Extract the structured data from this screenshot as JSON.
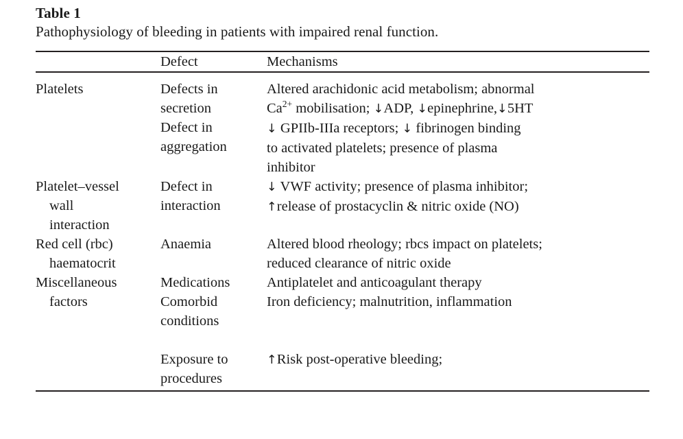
{
  "caption": {
    "number": "Table 1",
    "text": "Pathophysiology of bleeding in patients with impaired renal function."
  },
  "table": {
    "headers": {
      "col1": "",
      "col2": "Defect",
      "col3": "Mechanisms"
    },
    "rows": [
      {
        "category_lines": [
          "Platelets"
        ],
        "defect_lines": [
          "Defects in",
          "secretion",
          "Defect in",
          "aggregation"
        ],
        "mechanism_lines": [
          "Altered arachidonic acid metabolism; abnormal",
          "Ca2+ mobilisation; ↓ADP, ↓epinephrine,↓5HT",
          "↓ GPIIb-IIIa receptors; ↓ fibrinogen binding",
          "to activated platelets; presence of plasma",
          "inhibitor"
        ]
      },
      {
        "category_lines": [
          "Platelet–vessel",
          "wall",
          "interaction"
        ],
        "defect_lines": [
          "Defect in",
          "interaction"
        ],
        "mechanism_lines": [
          "↓ VWF activity; presence of plasma inhibitor;",
          "↑release of prostacyclin & nitric oxide (NO)"
        ]
      },
      {
        "category_lines": [
          "Red cell (rbc)",
          "haematocrit"
        ],
        "defect_lines": [
          "Anaemia"
        ],
        "mechanism_lines": [
          "Altered blood rheology; rbcs impact on platelets;",
          "reduced clearance of nitric oxide"
        ]
      },
      {
        "category_lines": [
          "Miscellaneous",
          "factors"
        ],
        "defect_lines": [
          "Medications",
          "Comorbid",
          "conditions",
          "",
          "Exposure to",
          "procedures"
        ],
        "mechanism_lines": [
          "Antiplatelet and anticoagulant therapy",
          "Iron deficiency; malnutrition, inflammation",
          "",
          "",
          "↑Risk post-operative bleeding;",
          ""
        ]
      }
    ]
  },
  "colors": {
    "rule": "#231f20",
    "text": "#1a1a1a",
    "background": "#ffffff"
  }
}
